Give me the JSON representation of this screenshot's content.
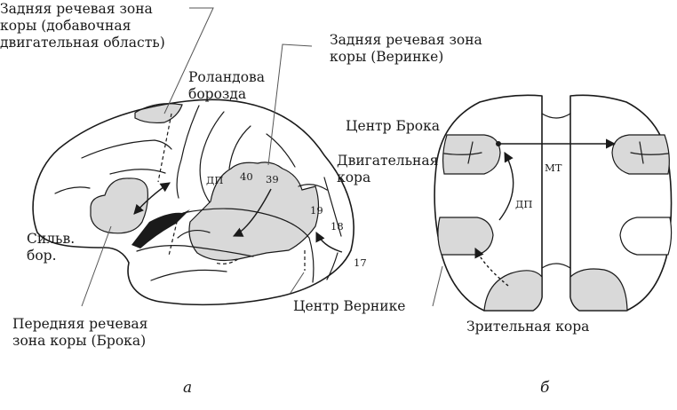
{
  "diagram": {
    "zone_fill": "#d9d9d9",
    "line_color": "#1a1a1a",
    "left": {
      "supp_motor": "Задняя речевая зона\nкоры (добавочная\nдвигательная область)",
      "wernicke_area": "Задняя речевая зона\nкоры (Веринке)",
      "rolandic": "Роландова\nборозда",
      "motor_cortex": "Двигательная\nкора",
      "sylvian": "Сильв.\nбор.",
      "broca_area": "Передняя речевая\nзона коры (Брока)",
      "wernicke_center": "Центр Вернике",
      "dp": "ДП",
      "num_40": "40",
      "num_39": "39",
      "num_19": "19",
      "num_18": "18",
      "num_17": "17",
      "panel_letter": "а"
    },
    "right": {
      "broca_center": "Центр Брока",
      "mt": "МТ",
      "dp": "ДП",
      "visual_cortex": "Зрительная кора",
      "panel_letter": "б"
    }
  }
}
